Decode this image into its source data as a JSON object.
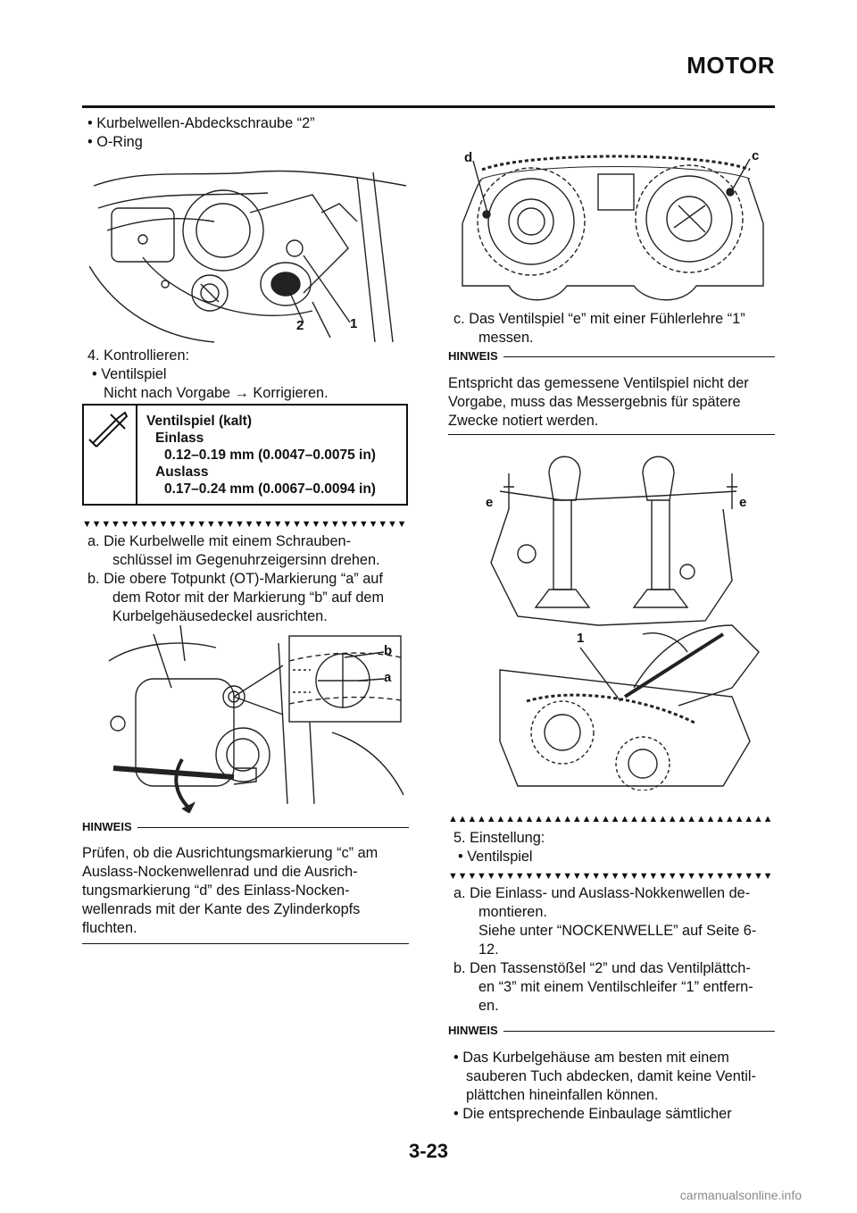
{
  "header": {
    "title": "MOTOR"
  },
  "left": {
    "intro_bullets": [
      "• Kurbelwellen-Abdeckschraube “2”",
      "• O-Ring"
    ],
    "fig1_labels": {
      "l2": "2",
      "l1": "1"
    },
    "step4": {
      "line1": "4. Kontrollieren:",
      "line2": "• Ventilspiel",
      "line3": "Nicht nach Vorgabe → Korrigieren."
    },
    "spec": {
      "title": "Ventilspiel (kalt)",
      "einlass": "Einlass",
      "einlass_value": "0.12–0.19 mm (0.0047–0.0075 in)",
      "auslass": "Auslass",
      "auslass_value": "0.17–0.24 mm (0.0067–0.0094 in)"
    },
    "tri_down": "▼▼▼▼▼▼▼▼▼▼▼▼▼▼▼▼▼▼▼▼▼▼▼▼▼▼▼▼▼▼▼▼▼▼",
    "sub_a": [
      "a.  Die Kurbelwelle mit einem Schrauben-",
      "schlüssel im Gegenuhrzeigersinn drehen."
    ],
    "sub_b": [
      "b.  Die obere Totpunkt (OT)-Markierung “a” auf",
      "dem Rotor mit der Markierung “b” auf dem",
      "Kurbelgehäusedeckel ausrichten."
    ],
    "fig2_labels": {
      "b": "b",
      "a": "a"
    },
    "hinweis_label": "HINWEIS",
    "hinweis_lines": [
      "Prüfen, ob die Ausrichtungsmarkierung “c” am",
      "Auslass-Nockenwellenrad und die Ausrich-",
      "tungsmarkierung “d” des Einlass-Nocken-",
      "wellenrads mit der Kante des Zylinderkopfs",
      "fluchten."
    ]
  },
  "right": {
    "fig3_labels": {
      "d": "d",
      "c": "c"
    },
    "sub_c": [
      "c.  Das Ventilspiel “e” mit einer Fühlerlehre “1”",
      "messen."
    ],
    "hinweis_label": "HINWEIS",
    "hinweis_lines": [
      "Entspricht das gemessene Ventilspiel nicht der",
      "Vorgabe, muss das Messergebnis für spätere",
      "Zwecke notiert werden."
    ],
    "fig4_labels": {
      "e1": "e",
      "e2": "e",
      "one": "1"
    },
    "tri_up": "▲▲▲▲▲▲▲▲▲▲▲▲▲▲▲▲▲▲▲▲▲▲▲▲▲▲▲▲▲▲▲▲▲▲",
    "step5": {
      "line1": "5. Einstellung:",
      "line2": "• Ventilspiel"
    },
    "tri_down": "▼▼▼▼▼▼▼▼▼▼▼▼▼▼▼▼▼▼▼▼▼▼▼▼▼▼▼▼▼▼▼▼▼▼",
    "sub_a": [
      "a.  Die Einlass- und Auslass-Nokkenwellen de-",
      "montieren.",
      "Siehe unter “NOCKENWELLE” auf Seite 6-",
      "12."
    ],
    "sub_b": [
      "b.  Den Tassenstößel “2” und das Ventilplättch-",
      "en “3” mit einem Ventilschleifer “1” entfern-",
      "en."
    ],
    "hinweis2_label": "HINWEIS",
    "hinweis2_lines": [
      "• Das Kurbelgehäuse am besten mit einem",
      "sauberen Tuch abdecken, damit keine Ventil-",
      "plättchen hineinfallen können.",
      "• Die entsprechende Einbaulage sämtlicher"
    ]
  },
  "footer": {
    "page": "3-23",
    "watermark": "carmanualsonline.info"
  }
}
